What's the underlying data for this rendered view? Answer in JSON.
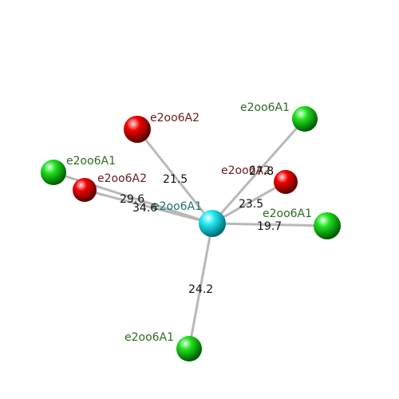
{
  "colors": {
    "center": "#00e5f0",
    "green": "#00d800",
    "red": "#e00000",
    "bond": "#b8b8b8",
    "label_green": "#2e6b22",
    "label_red": "#6b1a1a",
    "label_center": "#1f6f6f",
    "value_text": "#111111"
  },
  "center": {
    "label": "e2oo6A1"
  },
  "atoms": [
    {
      "id": "red-top",
      "kind": "red",
      "label": "e2oo6A2",
      "distance": "21.5"
    },
    {
      "id": "red-mid",
      "kind": "red",
      "label": "e2oo6A2",
      "distance": "27.8"
    },
    {
      "id": "red-left",
      "kind": "red",
      "label": "e2oo6A2",
      "distance": "34.6"
    },
    {
      "id": "green-left",
      "kind": "green",
      "label": "e2oo6A1",
      "distance": "29.6"
    },
    {
      "id": "green-topright",
      "kind": "green",
      "label": "e2oo6A1",
      "distance": "23.5"
    },
    {
      "id": "green-right",
      "kind": "green",
      "label": "e2oo6A1",
      "distance": "19.7"
    },
    {
      "id": "green-bottom",
      "kind": "green",
      "label": "e2oo6A1",
      "distance": "24.2"
    }
  ]
}
